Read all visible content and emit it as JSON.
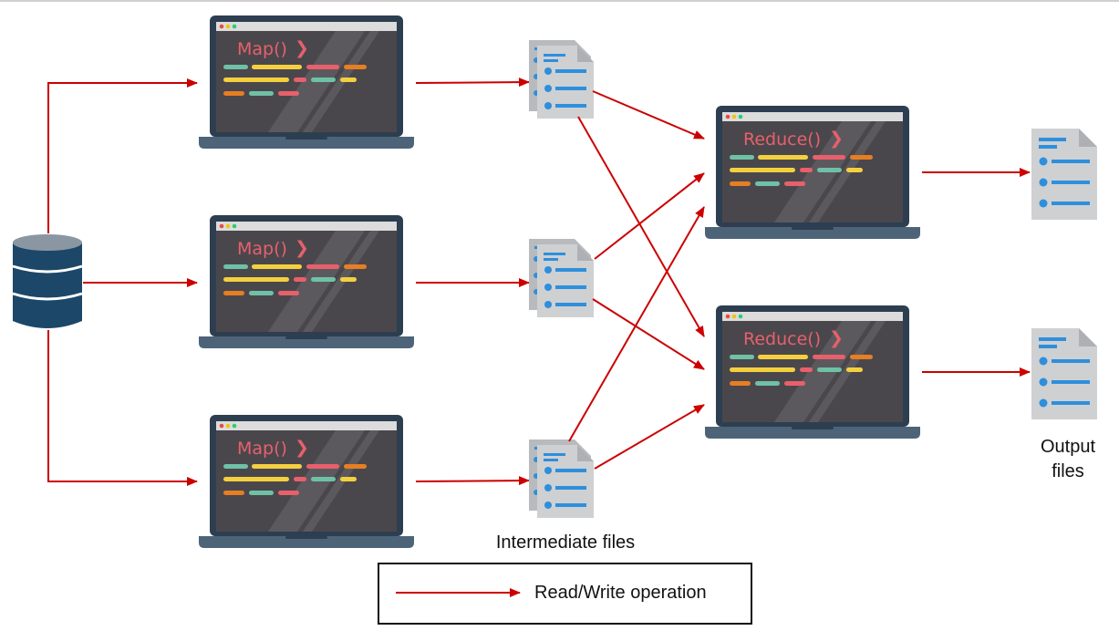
{
  "labels": {
    "intermediate": "Intermediate files",
    "output_line1": "Output",
    "output_line2": "files"
  },
  "legend": {
    "text": "Read/Write operation"
  },
  "mappers": [
    {
      "function": "Map()",
      "glyph": "❯"
    },
    {
      "function": "Map()",
      "glyph": "❯"
    },
    {
      "function": "Map()",
      "glyph": "❯"
    }
  ],
  "reducers": [
    {
      "function": "Reduce()",
      "glyph": "❯"
    },
    {
      "function": "Reduce()",
      "glyph": "❯"
    }
  ],
  "colors": {
    "arrow": "#cc0000",
    "screen": "#4a474c",
    "laptop_frame": "#2d3e50",
    "database": "#1d4768",
    "document": "#cfd0d2",
    "document_lines": "#2e8fdc",
    "code_title": "#e8606b"
  },
  "icons": [
    "database-icon",
    "laptop-icon",
    "document-stack-icon",
    "document-icon",
    "arrow-icon"
  ]
}
